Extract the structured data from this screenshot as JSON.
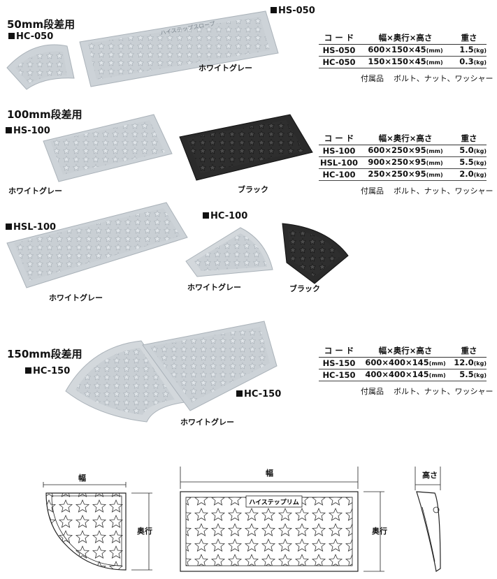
{
  "sections": {
    "s50": {
      "title": "50mm段差用"
    },
    "s100": {
      "title": "100mm段差用"
    },
    "s150": {
      "title": "150mm段差用"
    }
  },
  "labels": {
    "hs050": "HS-050",
    "hc050": "HC-050",
    "hs100": "HS-100",
    "hsl100": "HSL-100",
    "hc100": "HC-100",
    "hc150_left": "HC-150",
    "hc150_right": "HC-150",
    "white_gray_1": "ホワイトグレー",
    "white_gray_2": "ホワイトグレー",
    "black_1": "ブラック",
    "white_gray_3": "ホワイトグレー",
    "black_2": "ブラック",
    "white_gray_4": "ホワイトグレー",
    "product_emboss": "ハイステップスロープ"
  },
  "spec_header": {
    "code": "コ ー ド",
    "dims": "幅×奥行×高さ",
    "weight": "重さ"
  },
  "specs": {
    "t50": {
      "rows": [
        {
          "code": "HS-050",
          "dims": "600×150×45",
          "dim_unit": "(mm)",
          "weight": "1.5",
          "weight_unit": "(kg)"
        },
        {
          "code": "HC-050",
          "dims": "150×150×45",
          "dim_unit": "(mm)",
          "weight": "0.3",
          "weight_unit": "(kg)"
        }
      ],
      "accessory_label": "付属品",
      "accessory_value": "ボルト、ナット、ワッシャー"
    },
    "t100": {
      "rows": [
        {
          "code": "HS-100",
          "dims": "600×250×95",
          "dim_unit": "(mm)",
          "weight": "5.0",
          "weight_unit": "(kg)"
        },
        {
          "code": "HSL-100",
          "dims": "900×250×95",
          "dim_unit": "(mm)",
          "weight": "5.5",
          "weight_unit": "(kg)"
        },
        {
          "code": "HC-100",
          "dims": "250×250×95",
          "dim_unit": "(mm)",
          "weight": "2.0",
          "weight_unit": "(kg)"
        }
      ],
      "accessory_label": "付属品",
      "accessory_value": "ボルト、ナット、ワッシャー"
    },
    "t150": {
      "rows": [
        {
          "code": "HS-150",
          "dims": "600×400×145",
          "dim_unit": "(mm)",
          "weight": "12.0",
          "weight_unit": "(kg)"
        },
        {
          "code": "HC-150",
          "dims": "400×400×145",
          "dim_unit": "(mm)",
          "weight": "5.5",
          "weight_unit": "(kg)"
        }
      ],
      "accessory_label": "付属品",
      "accessory_value": "ボルト、ナット、ワッシャー"
    }
  },
  "drawing": {
    "width_left": "幅",
    "depth_left": "奥行",
    "width_center": "幅",
    "depth_center": "奥行",
    "height": "高さ",
    "emboss": "ハイステップリム"
  },
  "colors": {
    "white_gray": "#cfd4d8",
    "black": "#2b2b2b",
    "line": "#222222"
  }
}
